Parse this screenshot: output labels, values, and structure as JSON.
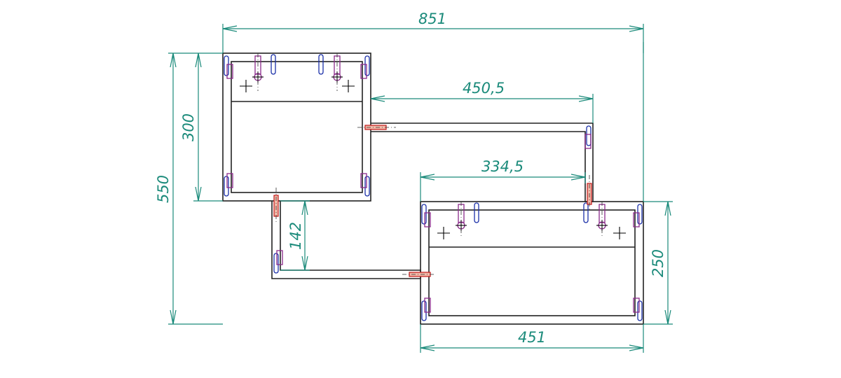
{
  "colors": {
    "dimension": "#1a8a7a",
    "panel": "#222222",
    "hardware_blue": "#1a2fa8",
    "hardware_purple": "#8a2a8a",
    "hardware_red": "#c01818",
    "background": "#ffffff"
  },
  "dimensions": {
    "overall_width": "851",
    "overall_height": "550",
    "upper_box_height": "300",
    "shelf_span_upper": "450,5",
    "shelf_span_lower": "334,5",
    "connector_height": "142",
    "lower_box_height": "250",
    "lower_box_width": "451"
  }
}
